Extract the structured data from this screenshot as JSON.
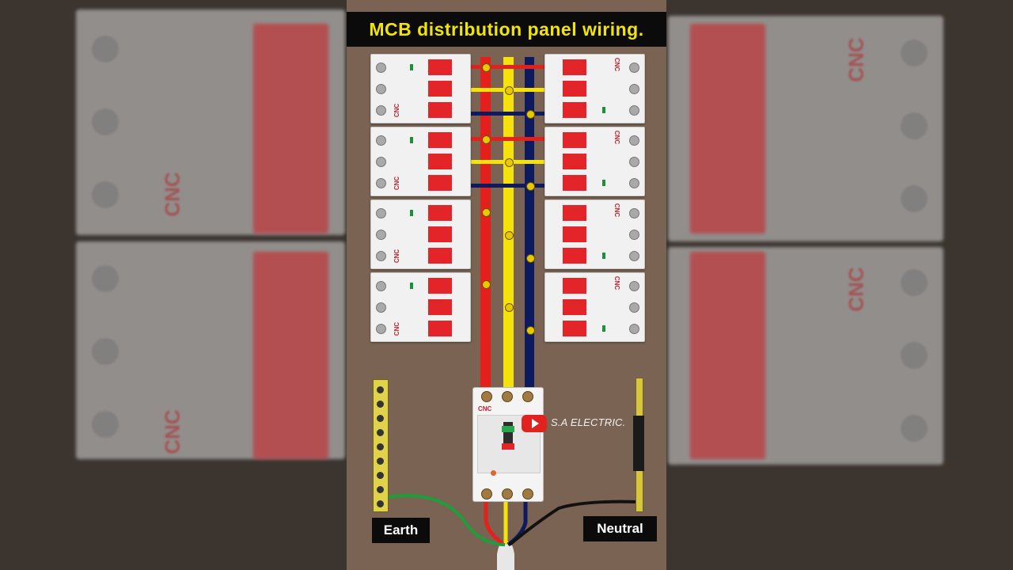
{
  "title": "MCB  distribution panel wiring.",
  "labels": {
    "earth": "Earth",
    "neutral": "Neutral"
  },
  "brand": "CNC",
  "watermark": {
    "channel": "S.A ELECTRIC.",
    "icon": "youtube-play-icon"
  },
  "colors": {
    "phase_red": "#e3201c",
    "phase_yellow": "#f5e20a",
    "phase_blue": "#0d1a5e",
    "earth_green": "#1f9d3a",
    "neutral_black": "#111111",
    "title_text": "#f2e500"
  },
  "breakers": {
    "left_count": 4,
    "right_count": 4
  }
}
